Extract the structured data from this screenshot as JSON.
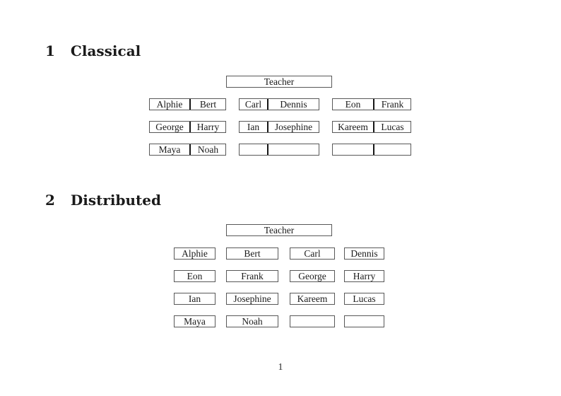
{
  "colors": {
    "text": "#1a1a1a",
    "box_border": "#585858",
    "desk_divider": "#161616",
    "background": "#ffffff"
  },
  "page_number": "1",
  "classical": {
    "heading_number": "1",
    "heading_title": "Classical",
    "teacher": "Teacher",
    "rows": [
      [
        [
          "Alphie",
          "Bert"
        ],
        [
          "Carl",
          "Dennis"
        ],
        [
          "Eon",
          "Frank"
        ]
      ],
      [
        [
          "George",
          "Harry"
        ],
        [
          "Ian",
          "Josephine"
        ],
        [
          "Kareem",
          "Lucas"
        ]
      ],
      [
        [
          "Maya",
          "Noah"
        ],
        [
          "",
          ""
        ],
        [
          "",
          ""
        ]
      ]
    ]
  },
  "distributed": {
    "heading_number": "2",
    "heading_title": "Distributed",
    "teacher": "Teacher",
    "rows": [
      [
        "Alphie",
        "Bert",
        "Carl",
        "Dennis"
      ],
      [
        "Eon",
        "Frank",
        "George",
        "Harry"
      ],
      [
        "Ian",
        "Josephine",
        "Kareem",
        "Lucas"
      ],
      [
        "Maya",
        "Noah",
        "",
        ""
      ]
    ]
  }
}
